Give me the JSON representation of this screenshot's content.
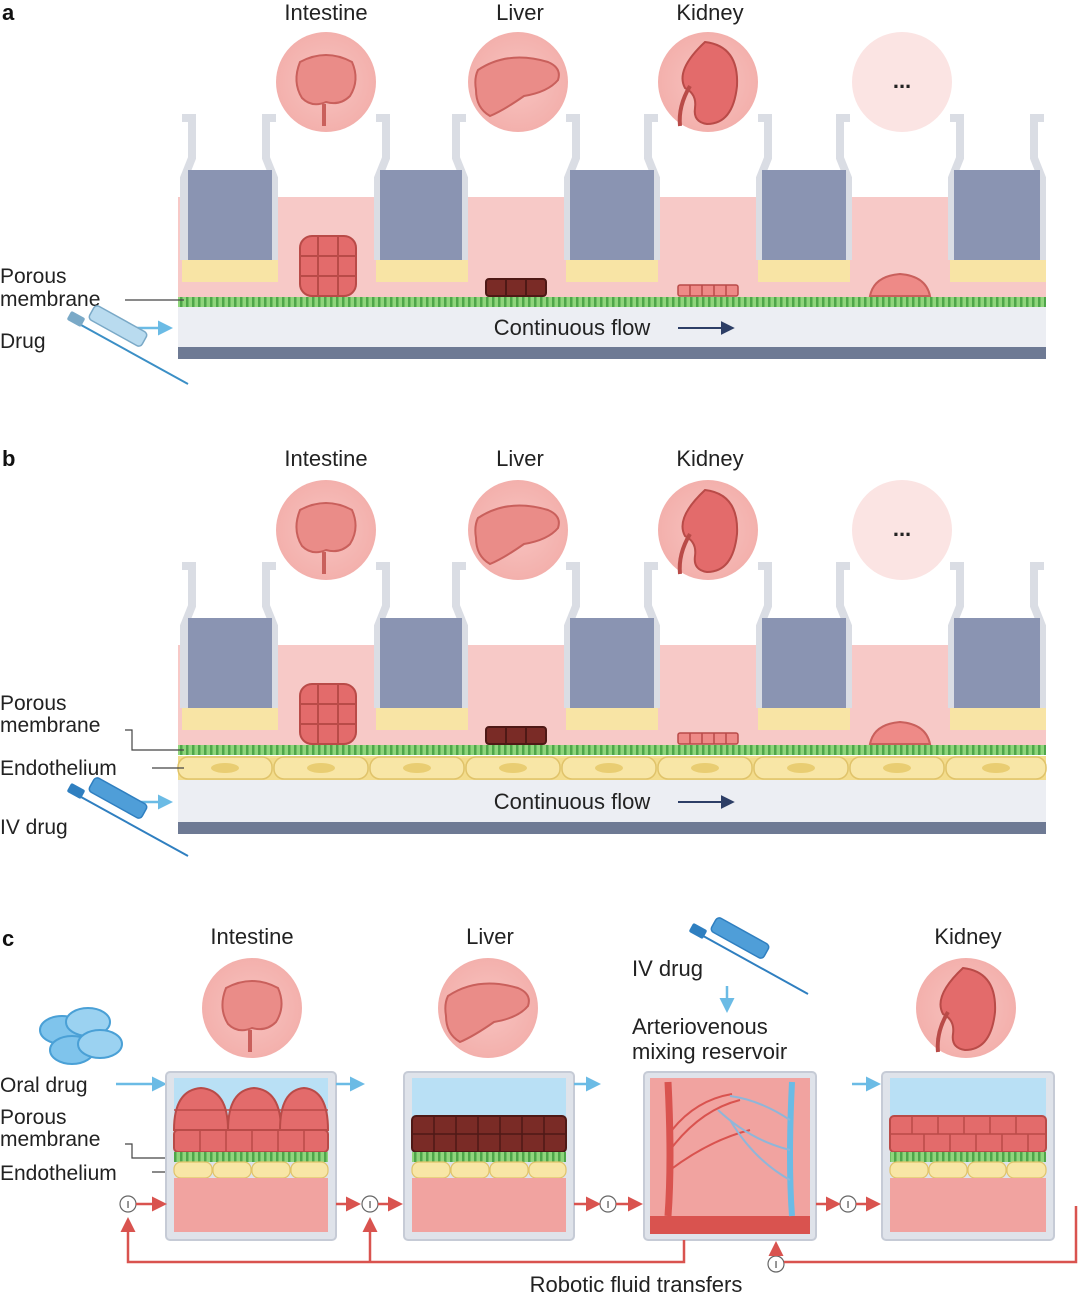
{
  "panels": {
    "a": {
      "letter": "a",
      "organs": [
        "Intestine",
        "Liver",
        "Kidney"
      ],
      "more": "...",
      "porous_label_line1": "Porous",
      "porous_label_line2": "membrane",
      "drug_label": "Drug",
      "flow_label": "Continuous flow"
    },
    "b": {
      "letter": "b",
      "organs": [
        "Intestine",
        "Liver",
        "Kidney"
      ],
      "more": "...",
      "porous_label_line1": "Porous",
      "porous_label_line2": "membrane",
      "endothelium_label": "Endothelium",
      "drug_label": "IV drug",
      "flow_label": "Continuous flow"
    },
    "c": {
      "letter": "c",
      "organs": [
        "Intestine",
        "Liver",
        "Kidney"
      ],
      "iv_drug_label": "IV drug",
      "reservoir_line1": "Arteriovenous",
      "reservoir_line2": "mixing reservoir",
      "oral_drug_label": "Oral drug",
      "porous_label_line1": "Porous",
      "porous_label_line2": "membrane",
      "endothelium_label": "Endothelium",
      "transfer_label": "Robotic fluid transfers",
      "pump_symbol": "I"
    }
  },
  "colors": {
    "pink_light": "#f7c9c7",
    "pink_medium": "#f3a9a5",
    "red_tissue": "#e36b6b",
    "brown_tissue": "#7a2b26",
    "membrane_green": "#7cc96b",
    "endothelium_yellow": "#f6e6a6",
    "insert_gray": "#8d97b5",
    "frame_gray": "#d9dce3",
    "flow_blue_arrow": "#6bbbe5",
    "red_arrow": "#d9534f",
    "base_slate": "#6e7a94"
  }
}
